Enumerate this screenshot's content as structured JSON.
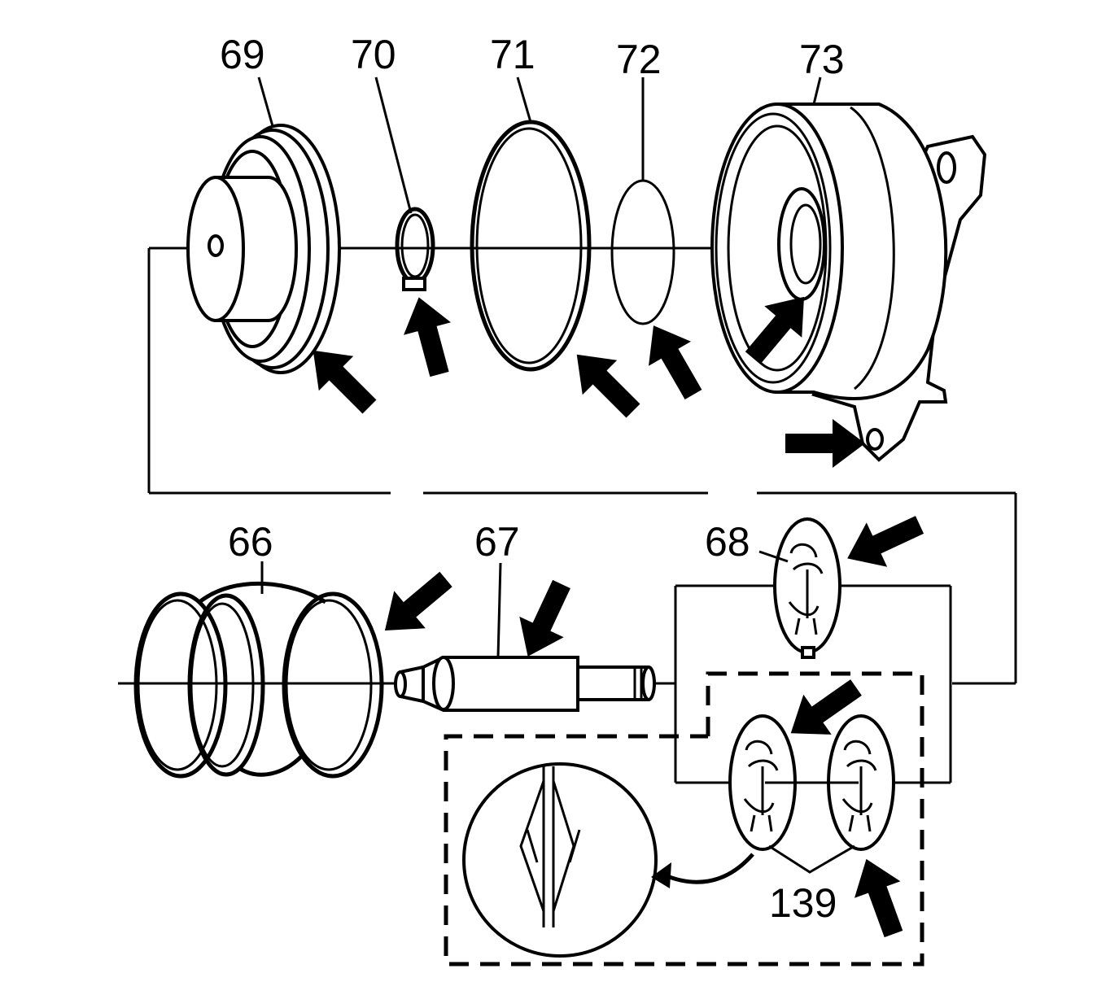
{
  "diagram": {
    "callouts": {
      "c66": "66",
      "c67": "67",
      "c68": "68",
      "c69": "69",
      "c70": "70",
      "c71": "71",
      "c72": "72",
      "c73": "73",
      "c139": "139"
    },
    "colors": {
      "ink": "#000000",
      "background": "#ffffff"
    }
  }
}
